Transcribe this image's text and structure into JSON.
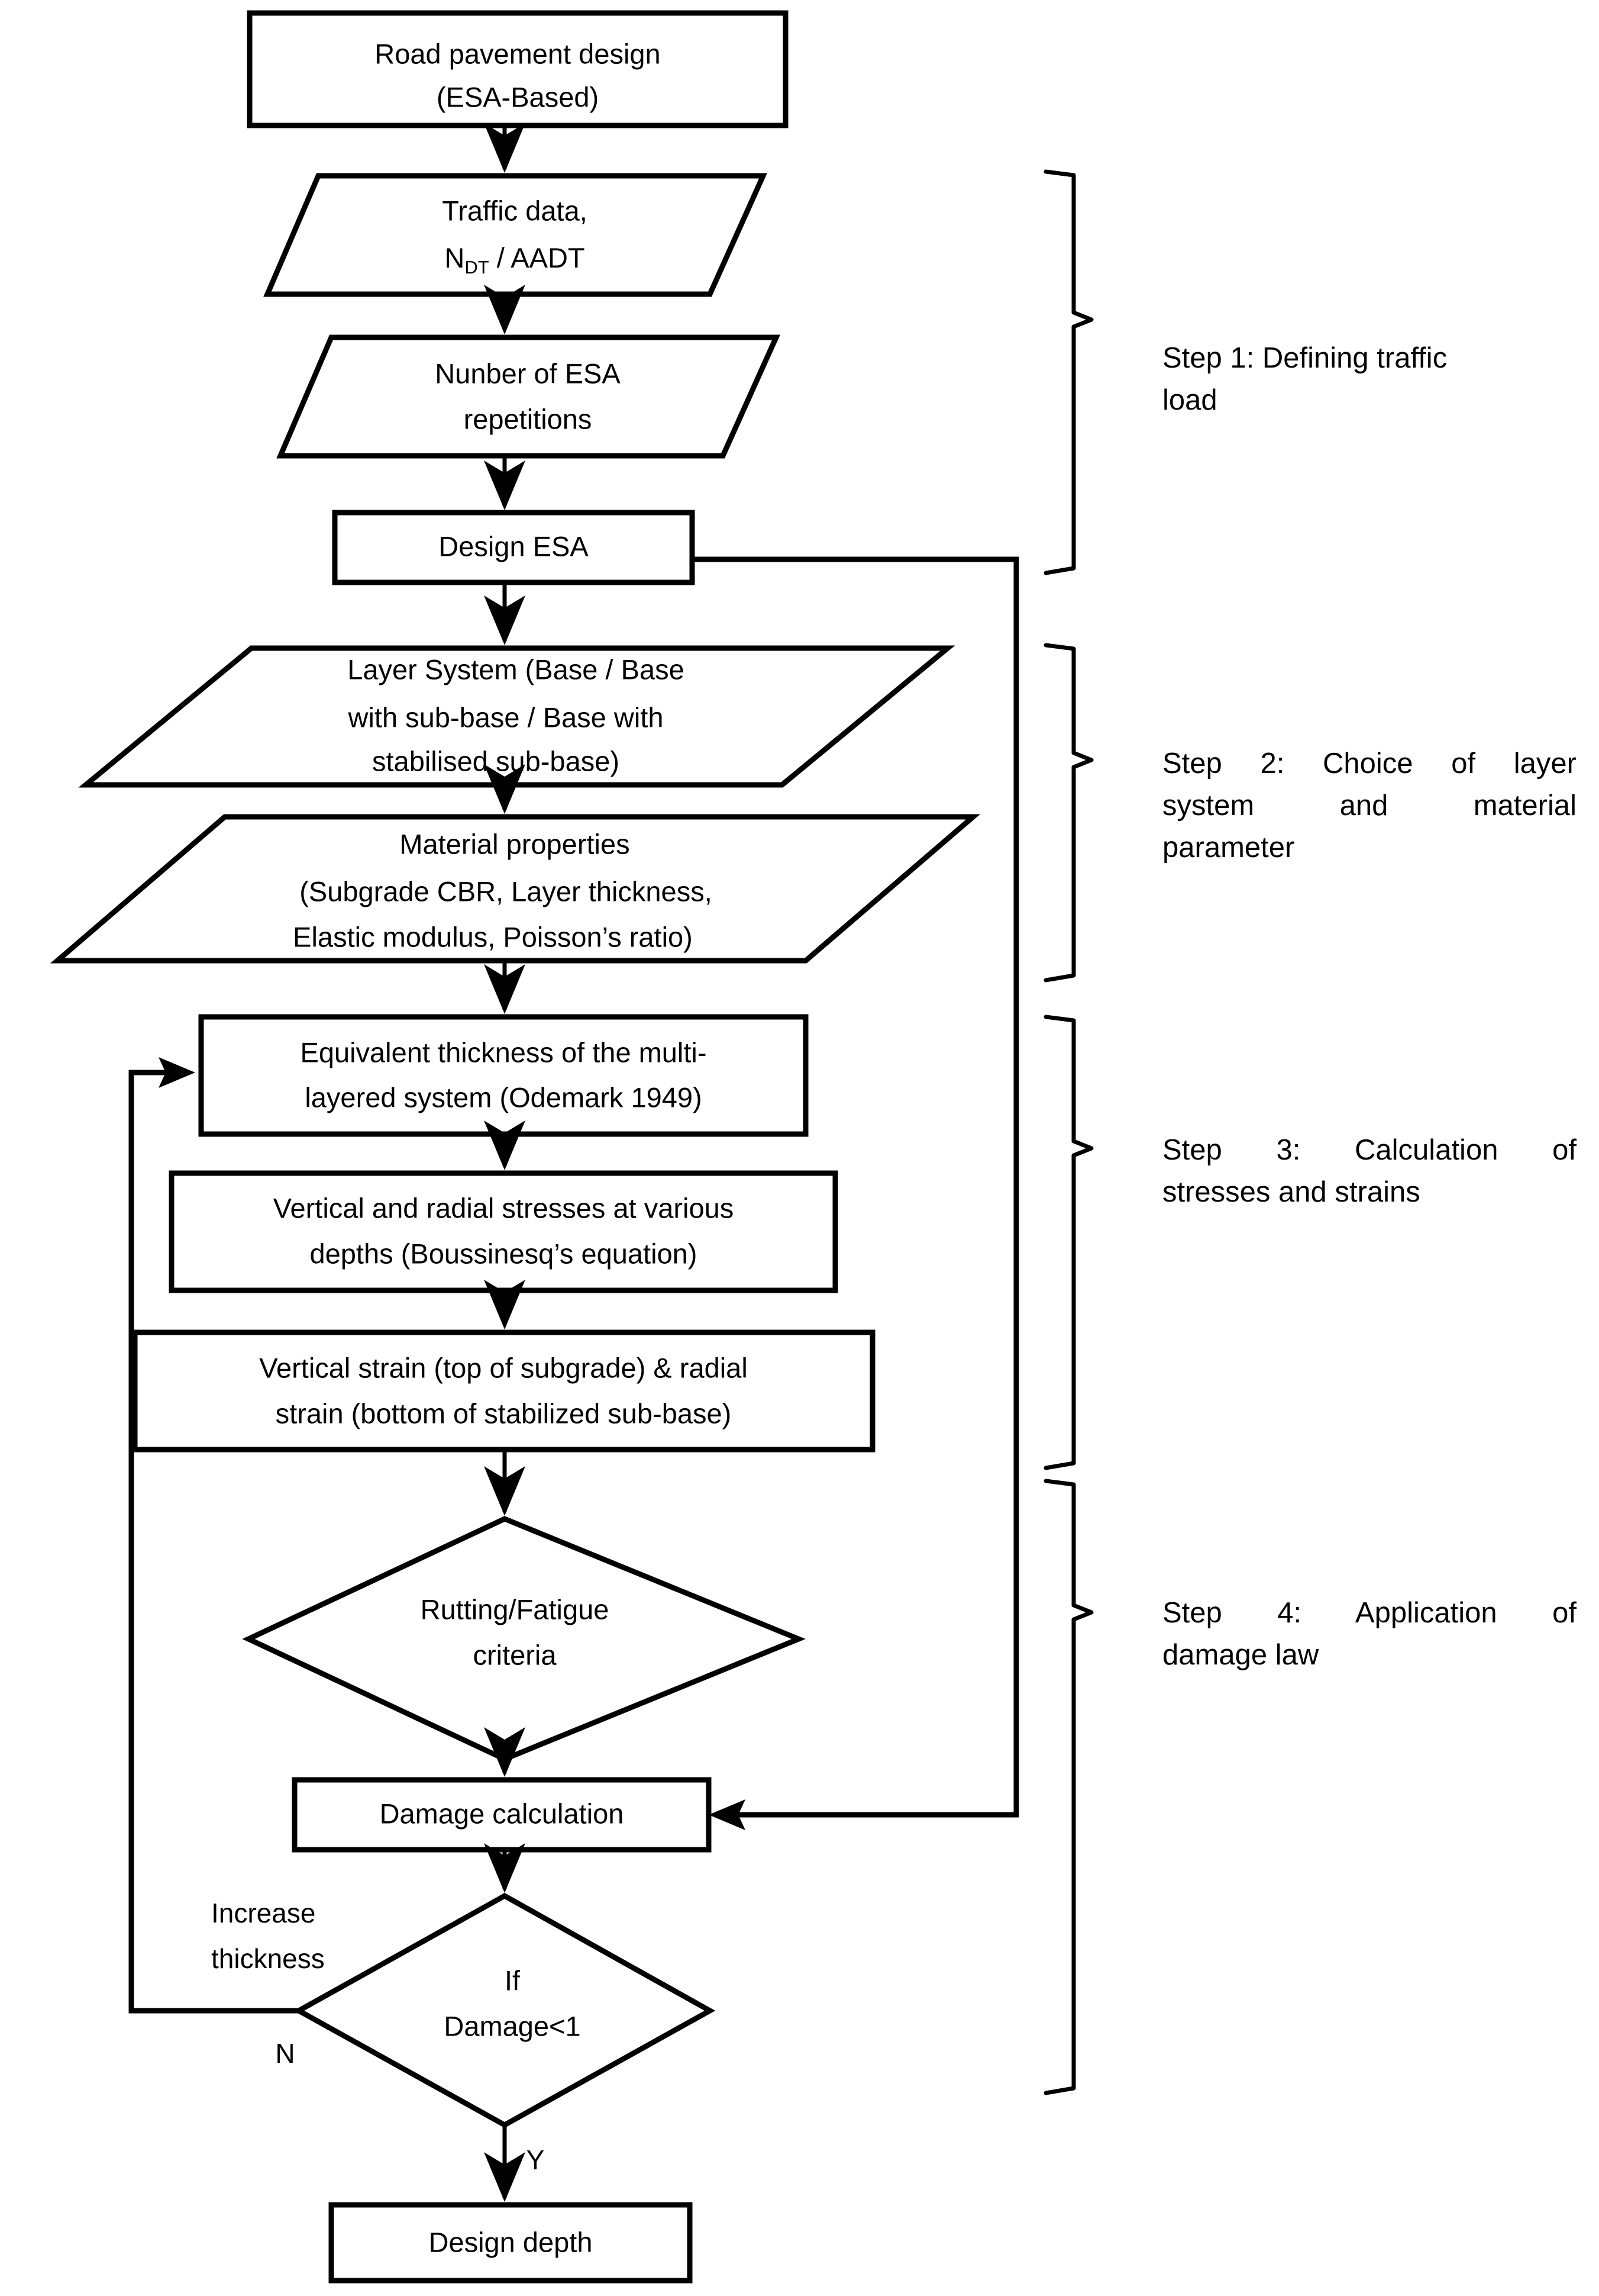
{
  "diagram": {
    "title": "Road pavement design flowchart (ESA-Based)",
    "nodes": {
      "start": {
        "type": "process",
        "line1": "Road pavement design",
        "line2": "(ESA-Based)"
      },
      "traffic_data": {
        "type": "data",
        "line1": "Traffic data,",
        "line2_pre": "N",
        "line2_sub": "DT",
        "line2_post": " / AADT"
      },
      "esa_repetitions": {
        "type": "data",
        "line1": "Nunber of ESA",
        "line2": "repetitions"
      },
      "design_esa": {
        "type": "process",
        "line1": "Design ESA"
      },
      "layer_system": {
        "type": "data",
        "line1": "Layer System (Base / Base",
        "line2": "with sub-base / Base with",
        "line3": "stabilised sub-base)"
      },
      "material_properties": {
        "type": "data",
        "line1": "Material properties",
        "line2": "(Subgrade CBR, Layer thickness,",
        "line3": "Elastic modulus, Poisson’s ratio)"
      },
      "equivalent_thickness": {
        "type": "process",
        "line1": "Equivalent thickness of the multi-",
        "line2": "layered system (Odemark 1949)"
      },
      "stresses": {
        "type": "process",
        "line1": "Vertical and radial stresses at various",
        "line2": "depths (Boussinesq’s equation)"
      },
      "strains": {
        "type": "process",
        "line1": "Vertical strain (top of subgrade) & radial",
        "line2": "strain (bottom of stabilized sub-base)"
      },
      "criteria": {
        "type": "decision",
        "line1": "Rutting/Fatigue",
        "line2": "criteria"
      },
      "damage_calculation": {
        "type": "process",
        "line1": "Damage calculation"
      },
      "damage_check": {
        "type": "decision",
        "line1": "If",
        "line2": "Damage<1"
      },
      "design_depth": {
        "type": "process",
        "line1": "Design depth"
      }
    },
    "edge_labels": {
      "increase_thickness_line1": "Increase",
      "increase_thickness_line2": "thickness",
      "no_branch": "N",
      "yes_branch": "Y"
    },
    "steps": [
      {
        "id": "step-1",
        "line1": "Step 1: Defining traffic",
        "line2": "load",
        "justify": false
      },
      {
        "id": "step-2",
        "line1": "Step 2: Choice of layer",
        "line2": "system and material",
        "line3": "parameter",
        "justify": true
      },
      {
        "id": "step-3",
        "line1": "Step 3: Calculation of",
        "line2": "stresses and strains",
        "justify": true
      },
      {
        "id": "step-4",
        "line1": "Step 4: Application of",
        "line2": "damage law",
        "justify": true
      }
    ],
    "colors": {
      "stroke": "#000000",
      "fill": "#ffffff",
      "text": "#000000"
    }
  }
}
